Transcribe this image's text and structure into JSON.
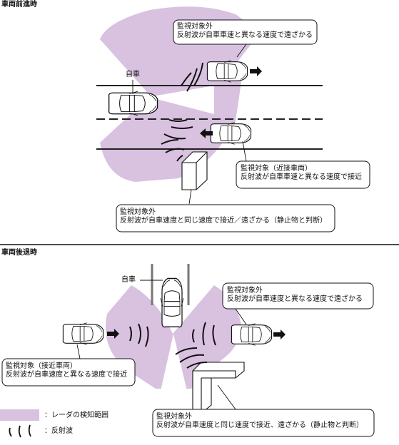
{
  "colors": {
    "detection_area": "#d9c1e0",
    "line": "#111111",
    "road": "#222222",
    "box_border": "#111111"
  },
  "forward": {
    "title": "車両前進時",
    "own_vehicle_label": "自車",
    "callout_top": {
      "line1": "監視対象外",
      "line2": "反射波が自車車速と異なる速度で遠ざかる"
    },
    "callout_approach": {
      "line1": "監視対象（近接車両）",
      "line2": "反射波が自車車速と異なる速度で接近"
    },
    "callout_static": {
      "line1": "監視対象外",
      "line2": "反射波が自車速度と同じ速度で接近／遠ざかる（静止物と判断）"
    }
  },
  "reverse": {
    "title": "車両後退時",
    "own_vehicle_label": "自車",
    "callout_right": {
      "line1": "監視対象外",
      "line2": "反射波が自車速度と異なる速度で遠ざかる"
    },
    "callout_left": {
      "line1": "監視対象（接近車両）",
      "line2": "反射波が自車速度と異なる速度で接近"
    },
    "callout_static": {
      "line1": "監視対象外",
      "line2": "反射波が自車速度と同じ速度で接近、遠ざかる（静止物と判断）"
    }
  },
  "legend": {
    "detection_area_label": "：レーダの検知範囲",
    "reflected_wave_label": "：反射波"
  }
}
